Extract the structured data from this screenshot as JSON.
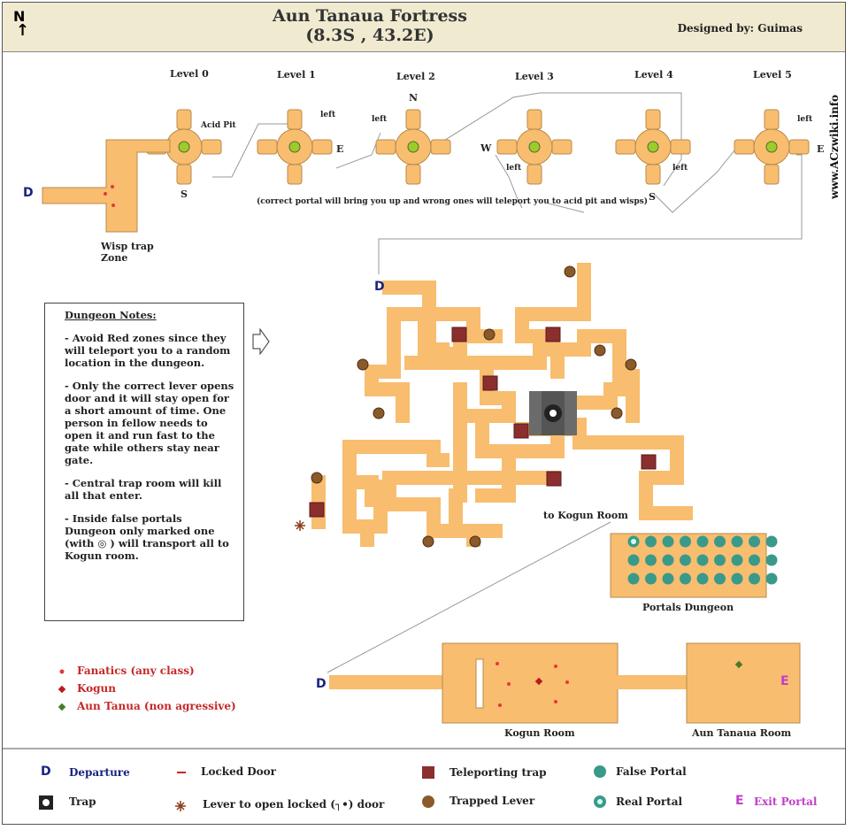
{
  "header": {
    "north": "N",
    "title": "Aun Tanaua Fortress",
    "coords": "(8.3S , 43.2E)",
    "designer": "Designed by:  Guimas"
  },
  "credit": "www.ACzwiki.info",
  "levels": [
    "Level 0",
    "Level 1",
    "Level 2",
    "Level 3",
    "Level 4",
    "Level 5"
  ],
  "level_labels": {
    "acid_pit": "Acid Pit",
    "s0": "S",
    "left1": "left",
    "e1": "E",
    "left2": "left",
    "n2": "N",
    "w3": "W",
    "left3": "left",
    "left4": "left",
    "s4": "S",
    "left5": "left",
    "e5": "E",
    "portal_note": "(correct portal will bring you up and wrong ones will teleport you to acid pit and wisps)"
  },
  "map_labels": {
    "d1": "D",
    "d2": "D",
    "d3": "D",
    "wisp": "Wisp trap Zone",
    "to_kogun": "to Kogun Room",
    "portals_dungeon": "Portals Dungeon",
    "kogun_room": "Kogun Room",
    "aun_room": "Aun Tanaua Room",
    "exit_e": "E"
  },
  "notes": {
    "heading": "Dungeon Notes:",
    "items": [
      "- Avoid Red zones since they will teleport you to a random location in the dungeon.",
      "- Only the correct lever opens door and it will stay open for a short amount of time. One person in fellow needs to open it and run fast to the gate while others stay near gate.",
      "- Central trap room will kill all that enter.",
      "- Inside false portals Dungeon only marked one (with ◎ ) will transport all to Kogun room."
    ]
  },
  "mob_legend": [
    {
      "label": "Fanatics (any class)",
      "color": "#e53935"
    },
    {
      "label": "Kogun",
      "color": "#b71c1c"
    },
    {
      "label": "Aun Tanua (non agressive)",
      "color": "#4a7a2a"
    }
  ],
  "legend": {
    "departure_sym": "D",
    "departure": "Departure",
    "locked_door": "Locked Door",
    "teleporting_trap": "Teleporting trap",
    "false_portal": "False Portal",
    "trap": "Trap",
    "lever_text": "Lever to open locked (┐•) door",
    "trapped_lever": "Trapped Lever",
    "real_portal": "Real Portal",
    "exit_sym": "E",
    "exit_portal": "Exit Portal"
  },
  "colors": {
    "corridor": "#f8bd6f",
    "corridor_edge": "#b88a4a",
    "trap_red": "#8b2e2e",
    "lever": "#8a5a2b",
    "portal": "#3a9a8a",
    "acid": "#9ccc2a",
    "exit": "#c040c8",
    "departure": "#1a237e"
  }
}
